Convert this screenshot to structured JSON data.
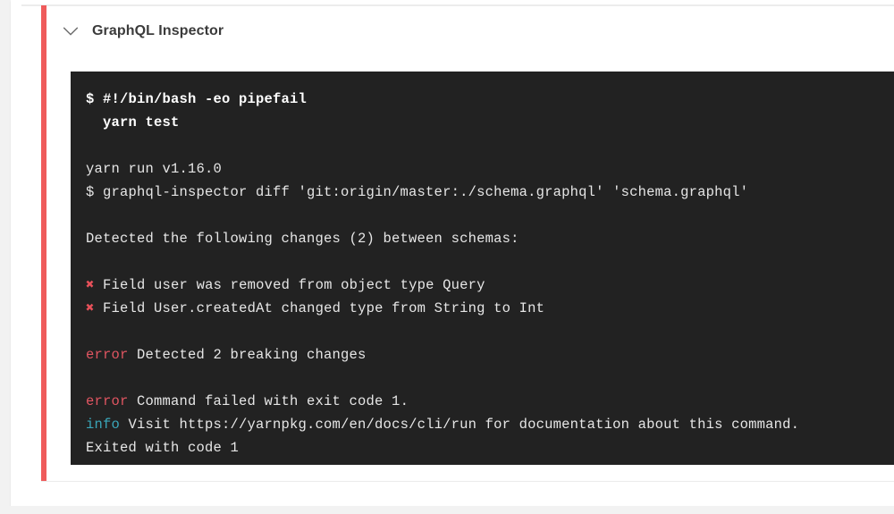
{
  "step": {
    "title": "GraphQL Inspector",
    "chevron_icon": "chevron-down-icon",
    "status_color": "#ef5b5b",
    "expanded": true
  },
  "terminal": {
    "background_color": "#222222",
    "text_color": "#e6e6e6",
    "error_color": "#e05561",
    "info_color": "#3aa6b9",
    "error_mark_color": "#e8515a",
    "lines": [
      {
        "id": "l1",
        "kind": "command",
        "bold": true,
        "text": "$ #!/bin/bash -eo pipefail"
      },
      {
        "id": "l2",
        "kind": "command",
        "bold": true,
        "text": "  yarn test"
      },
      {
        "id": "l3",
        "kind": "blank",
        "bold": false,
        "text": ""
      },
      {
        "id": "l4",
        "kind": "output",
        "bold": false,
        "text": "yarn run v1.16.0"
      },
      {
        "id": "l5",
        "kind": "output",
        "bold": false,
        "text": "$ graphql-inspector diff 'git:origin/master:./schema.graphql' 'schema.graphql'"
      },
      {
        "id": "l6",
        "kind": "blank",
        "bold": false,
        "text": ""
      },
      {
        "id": "l7",
        "kind": "output",
        "bold": false,
        "text": "Detected the following changes (2) between schemas:"
      },
      {
        "id": "l8",
        "kind": "blank",
        "bold": false,
        "text": ""
      },
      {
        "id": "l9",
        "kind": "change",
        "bold": false,
        "marker": "✖",
        "text": " Field user was removed from object type Query"
      },
      {
        "id": "l10",
        "kind": "change",
        "bold": false,
        "marker": "✖",
        "text": " Field User.createdAt changed type from String to Int"
      },
      {
        "id": "l11",
        "kind": "blank",
        "bold": false,
        "text": ""
      },
      {
        "id": "l12",
        "kind": "error",
        "bold": false,
        "label": "error",
        "text": " Detected 2 breaking changes"
      },
      {
        "id": "l13",
        "kind": "blank",
        "bold": false,
        "text": ""
      },
      {
        "id": "l14",
        "kind": "error",
        "bold": false,
        "label": "error",
        "text": " Command failed with exit code 1."
      },
      {
        "id": "l15",
        "kind": "info",
        "bold": false,
        "label": "info",
        "text": " Visit https://yarnpkg.com/en/docs/cli/run for documentation about this command."
      },
      {
        "id": "l16",
        "kind": "output",
        "bold": false,
        "text": "Exited with code 1"
      }
    ]
  }
}
